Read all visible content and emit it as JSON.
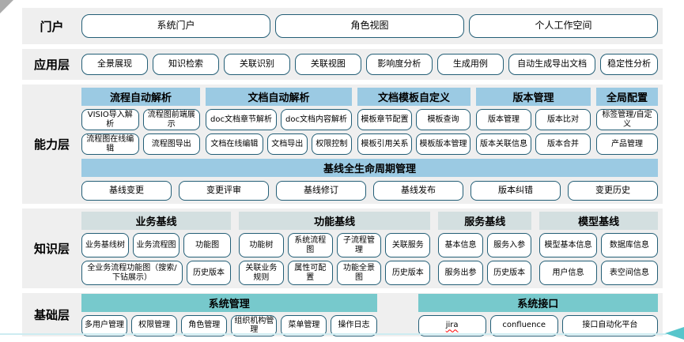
{
  "colors": {
    "band_bg": "#efefef",
    "cap_header": "#9bcae3",
    "know_header": "#d3dfe0",
    "base_header": "#77c9cc",
    "btn_border": "#235e76",
    "accent_line": "#cdecf1",
    "accent_arrow": "#57c5cb",
    "corner": "#ababab",
    "text": "#000000",
    "flag_underline": "#ff0000"
  },
  "diagram": {
    "portal": {
      "label": "门户",
      "nodes": [
        "系统门户",
        "角色视图",
        "个人工作空间"
      ]
    },
    "application": {
      "label": "应用层",
      "nodes": [
        "全景展现",
        "知识检索",
        "关联识别",
        "关联视图",
        "影响度分析",
        "生成用例",
        "自动生成导出文档",
        "稳定性分析"
      ]
    },
    "capability": {
      "label": "能力层",
      "columns": [
        {
          "header": "流程自动解析",
          "rows": [
            [
              "VISIO导入解析",
              "流程图前端展示"
            ],
            [
              "流程图在线编辑",
              "流程图导出"
            ]
          ]
        },
        {
          "header": "文档自动解析",
          "rows": [
            [
              "doc文档章节解析",
              "doc文档内容解析"
            ],
            [
              "文档在线编辑",
              "文档导出",
              "权限控制"
            ]
          ]
        },
        {
          "header": "文档模板自定义",
          "rows": [
            [
              "模板章节配置",
              "模板查询"
            ],
            [
              "模板引用关系",
              "模板版本管理"
            ]
          ]
        },
        {
          "header": "版本管理",
          "rows": [
            [
              "版本管理",
              "版本比对"
            ],
            [
              "版本关联信息",
              "版本合并"
            ]
          ]
        },
        {
          "header": "全局配置",
          "rows": [
            [
              "标签管理/自定义"
            ],
            [
              "产品管理"
            ]
          ]
        }
      ],
      "baseline": {
        "header": "基线全生命周期管理",
        "nodes": [
          "基线变更",
          "变更评审",
          "基线修订",
          "基线发布",
          "版本纠错",
          "变更历史"
        ]
      }
    },
    "knowledge": {
      "label": "知识层",
      "columns": [
        {
          "header": "业务基线",
          "rows": [
            [
              "业务基线树",
              "业务流程图",
              "功能图"
            ],
            [
              "全业务流程功能图（搜索/下钻展示）",
              "历史版本"
            ]
          ]
        },
        {
          "header": "功能基线",
          "rows": [
            [
              "功能树",
              "系统流程图",
              "子流程管理",
              "关联服务"
            ],
            [
              "关联业务规则",
              "属性可配置",
              "功能全景图",
              "历史版本"
            ]
          ]
        },
        {
          "header": "服务基线",
          "rows": [
            [
              "基本信息",
              "服务入参"
            ],
            [
              "服务出参",
              "历史版本"
            ]
          ]
        },
        {
          "header": "模型基线",
          "rows": [
            [
              "模型基本信息",
              "数据库信息"
            ],
            [
              "用户信息",
              "表空间信息"
            ]
          ]
        }
      ]
    },
    "base": {
      "label": "基础层",
      "columns": [
        {
          "header": "系统管理",
          "rows": [
            [
              "多用户管理",
              "权限管理",
              "角色管理",
              "组织机构管理",
              "菜单管理",
              "操作日志"
            ]
          ]
        },
        {
          "header": "系统接口",
          "rows": [
            [
              "jira",
              "confluence",
              "接口自动化平台"
            ]
          ]
        }
      ]
    }
  },
  "spellcheck_flagged": [
    "jira"
  ]
}
